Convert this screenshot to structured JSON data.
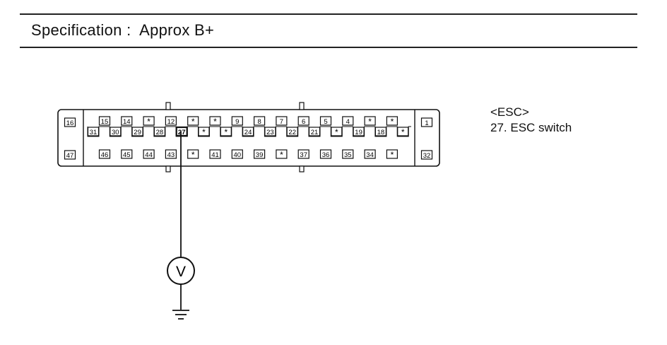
{
  "header": {
    "specification_label": "Specification",
    "separator": ":",
    "specification_value": "Approx B+"
  },
  "legend": {
    "title": "<ESC>",
    "items": [
      "27. ESC switch"
    ]
  },
  "connector": {
    "left_column": [
      "16",
      "47"
    ],
    "right_column": [
      "1",
      "32"
    ],
    "row_top": [
      "15",
      "14",
      "*",
      "12",
      "*",
      "*",
      "9",
      "8",
      "7",
      "6",
      "5",
      "4",
      "*",
      "*"
    ],
    "row_middle": [
      "31",
      "30",
      "29",
      "28",
      "27",
      "*",
      "*",
      "24",
      "23",
      "22",
      "21",
      "*",
      "19",
      "18",
      "*"
    ],
    "row_bottom": [
      "46",
      "45",
      "44",
      "43",
      "*",
      "41",
      "40",
      "39",
      "*",
      "37",
      "36",
      "35",
      "34",
      "*"
    ],
    "measured_pin": "27"
  },
  "meter": {
    "symbol": "V"
  }
}
